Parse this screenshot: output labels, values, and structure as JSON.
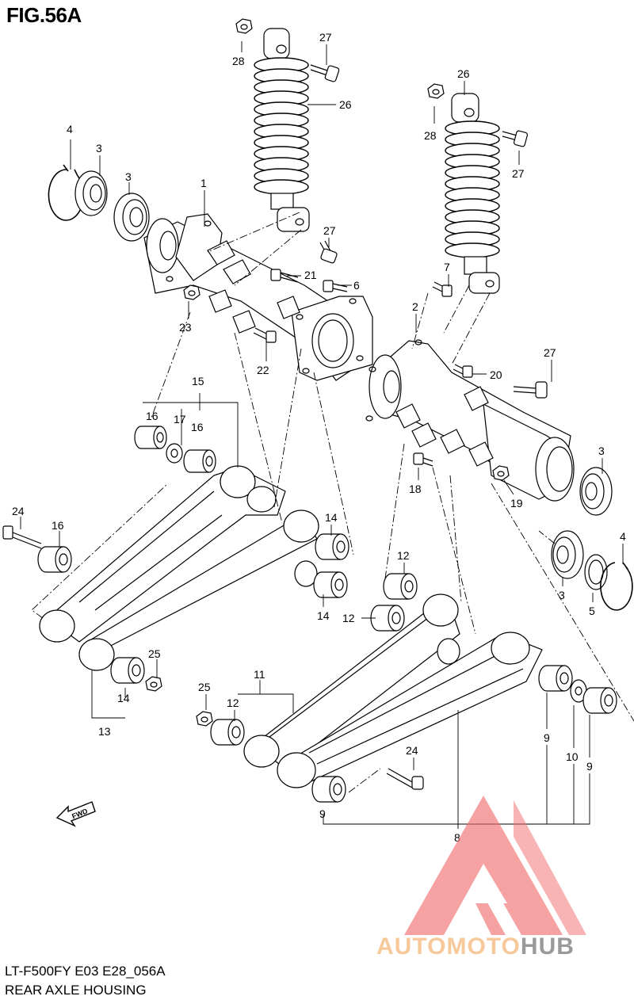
{
  "figure": {
    "title": "FIG.56A",
    "model_code": "LT-F500FY E03 E28_056A",
    "description": "REAR AXLE HOUSING"
  },
  "callouts": {
    "c_4a": "4",
    "c_3a": "3",
    "c_3b": "3",
    "c_1": "1",
    "c_28a": "28",
    "c_27a": "27",
    "c_26a": "26",
    "c_26b": "26",
    "c_28b": "28",
    "c_27b": "27",
    "c_27c": "27",
    "c_21": "21",
    "c_6": "6",
    "c_23": "23",
    "c_22": "22",
    "c_7": "7",
    "c_2": "2",
    "c_20": "20",
    "c_27d": "27",
    "c_15": "15",
    "c_16a": "16",
    "c_17": "17",
    "c_16b": "16",
    "c_3c": "3",
    "c_18": "18",
    "c_19": "19",
    "c_24a": "24",
    "c_16c": "16",
    "c_14a": "14",
    "c_14b": "14",
    "c_12a": "12",
    "c_12b": "12",
    "c_4b": "4",
    "c_3d": "3",
    "c_5": "5",
    "c_25a": "25",
    "c_14c": "14",
    "c_13": "13",
    "c_11": "11",
    "c_25b": "25",
    "c_12c": "12",
    "c_9a": "9",
    "c_10": "10",
    "c_9b": "9",
    "c_24b": "24",
    "c_9c": "9",
    "c_8": "8"
  },
  "direction_marker": "FWD",
  "watermark": {
    "word_1": "AUTO",
    "word_2": "MOTO",
    "word_3": "HUB",
    "colors": {
      "triangle": "#f26d6d",
      "auto": "#f7c99a",
      "hub": "#9a9a9a"
    }
  }
}
